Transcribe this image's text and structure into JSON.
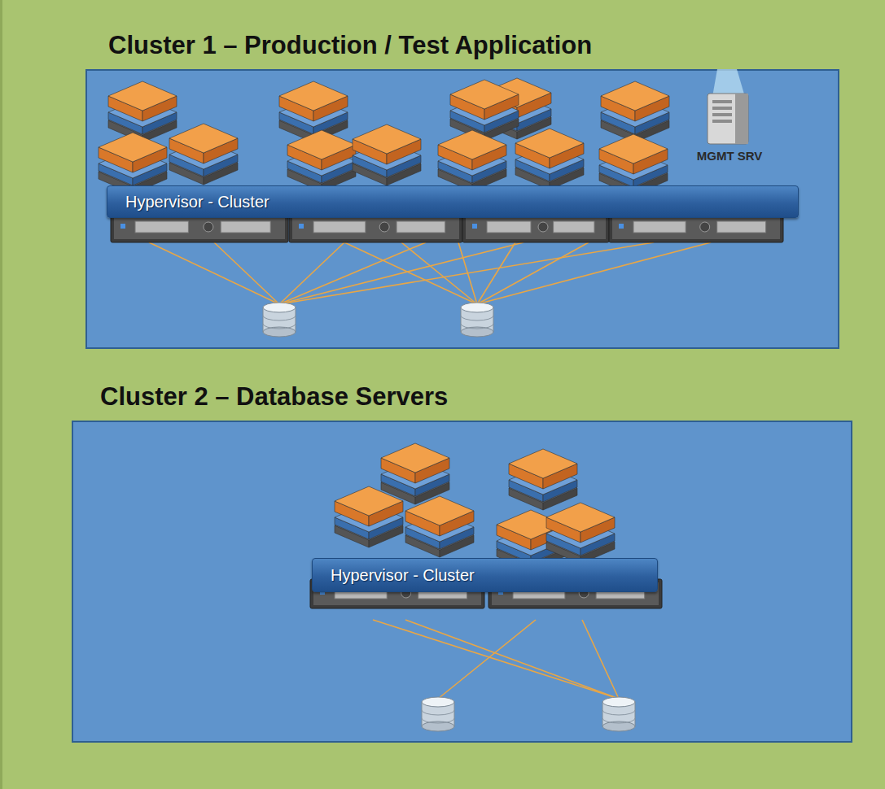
{
  "diagram": {
    "nodes": [
      {
        "text": [
          "Cluster 1 – Production / Test Application"
        ]
      },
      {
        "text": [
          "Hypervisor - Cluster"
        ],
        "in": 0
      },
      {
        "text": [
          "Cluster 2 – Database Servers"
        ]
      },
      {
        "text": [
          "Hypervisor - Cluster"
        ],
        "in": 2
      }
    ],
    "labels": [
      "MGMT SRV"
    ]
  }
}
